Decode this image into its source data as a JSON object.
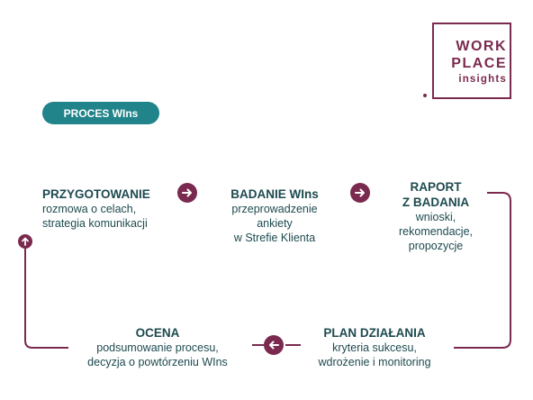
{
  "logo": {
    "line1": "WORK",
    "line2": "PLACE",
    "line3": "insights"
  },
  "badge": "PROCES WIns",
  "steps": [
    {
      "title": "PRZYGOTOWANIE",
      "desc": [
        "rozmowa o celach,",
        "strategia komunikacji"
      ]
    },
    {
      "title": "BADANIE WIns",
      "desc": [
        "przeprowadzenie",
        "ankiety",
        "w Strefie Klienta"
      ]
    },
    {
      "title": [
        "RAPORT",
        "Z BADANIA"
      ],
      "desc": [
        "wnioski,",
        "rekomendacje,",
        "propozycje"
      ]
    },
    {
      "title": "PLAN DZIAŁANIA",
      "desc": [
        "kryteria sukcesu,",
        "wdrożenie i monitoring"
      ]
    },
    {
      "title": "OCENA",
      "desc": [
        "podsumowanie procesu,",
        "decyzja o powtórzeniu WIns"
      ]
    }
  ],
  "icons": {
    "arrow_1": "arrow-right-icon",
    "arrow_2": "arrow-right-icon",
    "arrow_3": "arrow-left-icon",
    "arrow_4": "arrow-up-icon"
  },
  "colors": {
    "accent": "#7a2a4f",
    "teal": "#20848a",
    "text": "#1d4a4f"
  }
}
